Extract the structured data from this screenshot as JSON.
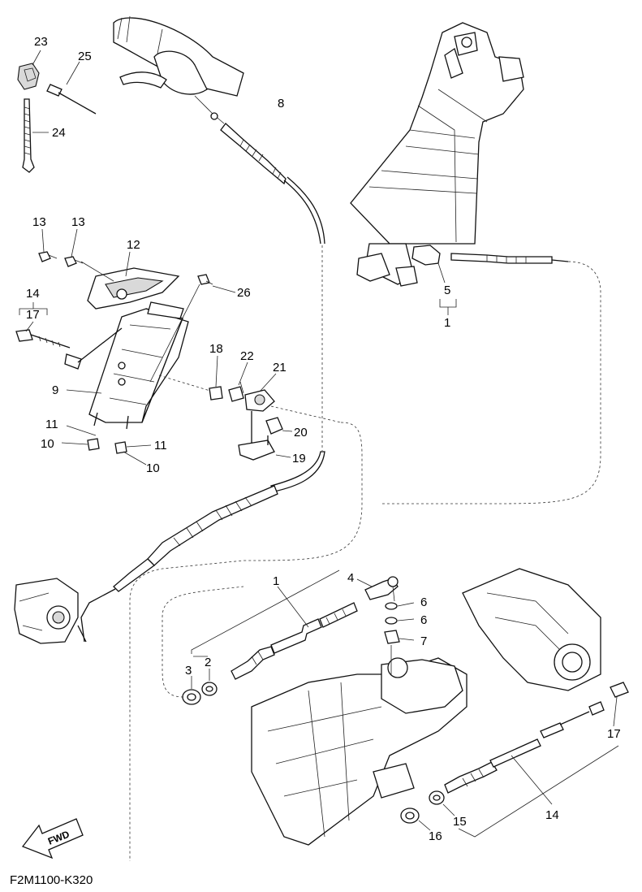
{
  "diagram": {
    "code": "F2M1100-K320",
    "fwd_label": "FWD",
    "callouts": {
      "c23": "23",
      "c25": "25",
      "c24": "24",
      "c8": "8",
      "c13a": "13",
      "c13b": "13",
      "c12": "12",
      "c26": "26",
      "c14a": "14",
      "c17a": "17",
      "c9": "9",
      "c18": "18",
      "c22": "22",
      "c21": "21",
      "c20": "20",
      "c19": "19",
      "c11a": "11",
      "c10a": "10",
      "c11b": "11",
      "c10b": "10",
      "c5": "5",
      "c1a": "1",
      "c1b": "1",
      "c4": "4",
      "c6a": "6",
      "c6b": "6",
      "c7": "7",
      "c2": "2",
      "c3": "3",
      "c17b": "17",
      "c14b": "14",
      "c15": "15",
      "c16": "16"
    }
  }
}
